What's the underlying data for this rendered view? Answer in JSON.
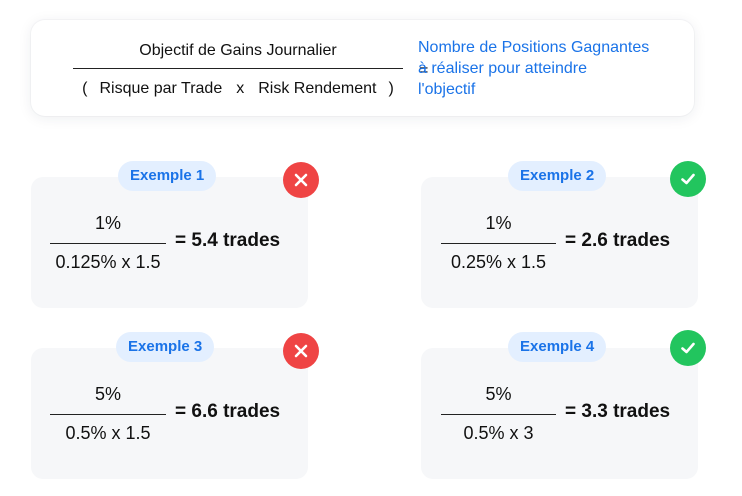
{
  "formula": {
    "numerator": "Objectif de Gains Journalier",
    "open_paren": "(",
    "risk_label": "Risque par Trade",
    "times": "x",
    "reward_label": "Risk Rendement",
    "close_paren": ")",
    "equals": "=",
    "result_lines": [
      "Nombre de Positions Gagnantes",
      "à réaliser pour atteindre",
      "l'objectif"
    ]
  },
  "examples": [
    {
      "badge": "Exemple 1",
      "status_icon": "cross-icon",
      "status_color": "#ef4444",
      "numerator": "1%",
      "denominator": "0.125% x 1.5",
      "result": "= 5.4 trades"
    },
    {
      "badge": "Exemple 2",
      "status_icon": "check-icon",
      "status_color": "#22c55e",
      "numerator": "1%",
      "denominator": "0.25% x 1.5",
      "result": "= 2.6 trades"
    },
    {
      "badge": "Exemple 3",
      "status_icon": "cross-icon",
      "status_color": "#ef4444",
      "numerator": "5%",
      "denominator": "0.5% x 1.5",
      "result": "= 6.6 trades"
    },
    {
      "badge": "Exemple 4",
      "status_icon": "check-icon",
      "status_color": "#22c55e",
      "numerator": "5%",
      "denominator": "0.5% x 3",
      "result": "= 3.3 trades"
    }
  ],
  "colors": {
    "accent": "#1a73e8",
    "badge_bg": "#e3efff",
    "card_bg": "#f6f7f9"
  }
}
